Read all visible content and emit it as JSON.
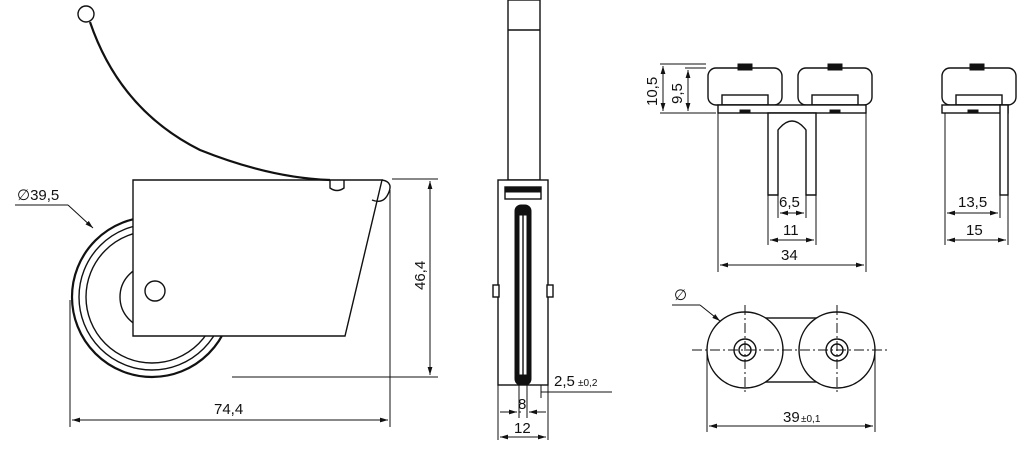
{
  "dimensions": {
    "side_wheel_diameter": "∅39,5",
    "side_height": "46,4",
    "side_length": "74,4",
    "front_axle": "2,5",
    "front_axle_tol": "±0,2",
    "front_inner_width": "8",
    "front_outer_width": "12",
    "top_height_outer": "10,5",
    "top_height_inner": "9,5",
    "slot_width": "6,5",
    "slot_outer": "11",
    "top_total_width": "34",
    "end_inner": "13,5",
    "end_outer": "15",
    "bottom_diameter": "∅",
    "bottom_center_distance": "39",
    "bottom_center_tol": "±0,1"
  }
}
